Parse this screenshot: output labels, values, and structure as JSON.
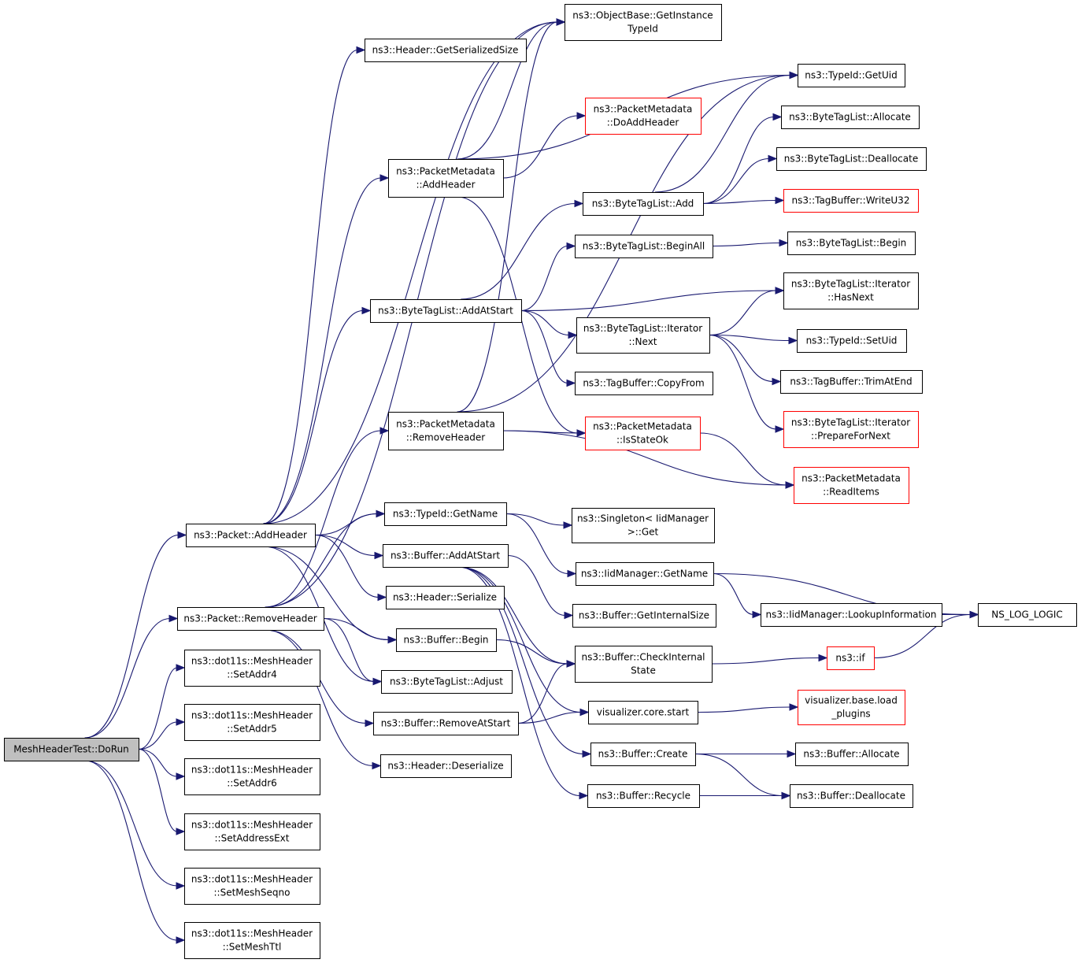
{
  "nodes": [
    {
      "id": "root",
      "lines": [
        "MeshHeaderTest::DoRun"
      ],
      "style": "root"
    },
    {
      "id": "pkt_add",
      "lines": [
        "ns3::Packet::AddHeader"
      ],
      "style": "normal"
    },
    {
      "id": "pkt_rem",
      "lines": [
        "ns3::Packet::RemoveHeader"
      ],
      "style": "normal"
    },
    {
      "id": "set4",
      "lines": [
        "ns3::dot11s::MeshHeader",
        "::SetAddr4"
      ],
      "style": "normal"
    },
    {
      "id": "set5",
      "lines": [
        "ns3::dot11s::MeshHeader",
        "::SetAddr5"
      ],
      "style": "normal"
    },
    {
      "id": "set6",
      "lines": [
        "ns3::dot11s::MeshHeader",
        "::SetAddr6"
      ],
      "style": "normal"
    },
    {
      "id": "setext",
      "lines": [
        "ns3::dot11s::MeshHeader",
        "::SetAddressExt"
      ],
      "style": "normal"
    },
    {
      "id": "setseq",
      "lines": [
        "ns3::dot11s::MeshHeader",
        "::SetMeshSeqno"
      ],
      "style": "normal"
    },
    {
      "id": "setttl",
      "lines": [
        "ns3::dot11s::MeshHeader",
        "::SetMeshTtl"
      ],
      "style": "normal"
    },
    {
      "id": "gss",
      "lines": [
        "ns3::Header::GetSerializedSize"
      ],
      "style": "normal"
    },
    {
      "id": "pm_add",
      "lines": [
        "ns3::PacketMetadata",
        "::AddHeader"
      ],
      "style": "normal"
    },
    {
      "id": "btl_aas",
      "lines": [
        "ns3::ByteTagList::AddAtStart"
      ],
      "style": "normal"
    },
    {
      "id": "pm_rem",
      "lines": [
        "ns3::PacketMetadata",
        "::RemoveHeader"
      ],
      "style": "normal"
    },
    {
      "id": "tid_gn",
      "lines": [
        "ns3::TypeId::GetName"
      ],
      "style": "normal"
    },
    {
      "id": "buf_aas",
      "lines": [
        "ns3::Buffer::AddAtStart"
      ],
      "style": "normal"
    },
    {
      "id": "hdr_ser",
      "lines": [
        "ns3::Header::Serialize"
      ],
      "style": "normal"
    },
    {
      "id": "buf_begin",
      "lines": [
        "ns3::Buffer::Begin"
      ],
      "style": "normal"
    },
    {
      "id": "btl_adj",
      "lines": [
        "ns3::ByteTagList::Adjust"
      ],
      "style": "normal"
    },
    {
      "id": "buf_ras",
      "lines": [
        "ns3::Buffer::RemoveAtStart"
      ],
      "style": "normal"
    },
    {
      "id": "hdr_des",
      "lines": [
        "ns3::Header::Deserialize"
      ],
      "style": "normal"
    },
    {
      "id": "ob_git",
      "lines": [
        "ns3::ObjectBase::GetInstance",
        "TypeId"
      ],
      "style": "normal"
    },
    {
      "id": "pm_dah",
      "lines": [
        "ns3::PacketMetadata",
        "::DoAddHeader"
      ],
      "style": "red"
    },
    {
      "id": "btl_add",
      "lines": [
        "ns3::ByteTagList::Add"
      ],
      "style": "normal"
    },
    {
      "id": "btl_ba",
      "lines": [
        "ns3::ByteTagList::BeginAll"
      ],
      "style": "normal"
    },
    {
      "id": "btli_next",
      "lines": [
        "ns3::ByteTagList::Iterator",
        "::Next"
      ],
      "style": "normal"
    },
    {
      "id": "tb_cf",
      "lines": [
        "ns3::TagBuffer::CopyFrom"
      ],
      "style": "normal"
    },
    {
      "id": "pm_iso",
      "lines": [
        "ns3::PacketMetadata",
        "::IsStateOk"
      ],
      "style": "red"
    },
    {
      "id": "sing_get",
      "lines": [
        "ns3::Singleton< IidManager",
        ">::Get"
      ],
      "style": "normal"
    },
    {
      "id": "iid_gn",
      "lines": [
        "ns3::IidManager::GetName"
      ],
      "style": "normal"
    },
    {
      "id": "buf_gis",
      "lines": [
        "ns3::Buffer::GetInternalSize"
      ],
      "style": "normal"
    },
    {
      "id": "buf_cis",
      "lines": [
        "ns3::Buffer::CheckInternal",
        "State"
      ],
      "style": "normal"
    },
    {
      "id": "vis_start",
      "lines": [
        "visualizer.core.start"
      ],
      "style": "normal"
    },
    {
      "id": "buf_create",
      "lines": [
        "ns3::Buffer::Create"
      ],
      "style": "normal"
    },
    {
      "id": "buf_recycle",
      "lines": [
        "ns3::Buffer::Recycle"
      ],
      "style": "normal"
    },
    {
      "id": "tid_guid",
      "lines": [
        "ns3::TypeId::GetUid"
      ],
      "style": "normal"
    },
    {
      "id": "btl_alloc",
      "lines": [
        "ns3::ByteTagList::Allocate"
      ],
      "style": "normal"
    },
    {
      "id": "btl_dealloc",
      "lines": [
        "ns3::ByteTagList::Deallocate"
      ],
      "style": "normal"
    },
    {
      "id": "tb_w32",
      "lines": [
        "ns3::TagBuffer::WriteU32"
      ],
      "style": "red"
    },
    {
      "id": "btl_begin",
      "lines": [
        "ns3::ByteTagList::Begin"
      ],
      "style": "normal"
    },
    {
      "id": "btli_hn",
      "lines": [
        "ns3::ByteTagList::Iterator",
        "::HasNext"
      ],
      "style": "normal"
    },
    {
      "id": "tid_suid",
      "lines": [
        "ns3::TypeId::SetUid"
      ],
      "style": "normal"
    },
    {
      "id": "tb_tae",
      "lines": [
        "ns3::TagBuffer::TrimAtEnd"
      ],
      "style": "normal"
    },
    {
      "id": "btli_pfn",
      "lines": [
        "ns3::ByteTagList::Iterator",
        "::PrepareForNext"
      ],
      "style": "red"
    },
    {
      "id": "pm_ri",
      "lines": [
        "ns3::PacketMetadata",
        "::ReadItems"
      ],
      "style": "red"
    },
    {
      "id": "iid_li",
      "lines": [
        "ns3::IidManager::LookupInformation"
      ],
      "style": "normal"
    },
    {
      "id": "ns_if",
      "lines": [
        "ns3::if"
      ],
      "style": "red"
    },
    {
      "id": "vis_load",
      "lines": [
        "visualizer.base.load",
        "_plugins"
      ],
      "style": "red"
    },
    {
      "id": "buf_alloc",
      "lines": [
        "ns3::Buffer::Allocate"
      ],
      "style": "normal"
    },
    {
      "id": "buf_dealloc",
      "lines": [
        "ns3::Buffer::Deallocate"
      ],
      "style": "normal"
    },
    {
      "id": "nslog",
      "lines": [
        "NS_LOG_LOGIC"
      ],
      "style": "normal"
    }
  ],
  "edges": [
    [
      "root",
      "pkt_add"
    ],
    [
      "root",
      "pkt_rem"
    ],
    [
      "root",
      "set4"
    ],
    [
      "root",
      "set5"
    ],
    [
      "root",
      "set6"
    ],
    [
      "root",
      "setext"
    ],
    [
      "root",
      "setseq"
    ],
    [
      "root",
      "setttl"
    ],
    [
      "pkt_add",
      "gss"
    ],
    [
      "pkt_add",
      "ob_git"
    ],
    [
      "pkt_add",
      "pm_add"
    ],
    [
      "pkt_add",
      "btl_aas"
    ],
    [
      "pkt_add",
      "tid_gn"
    ],
    [
      "pkt_add",
      "buf_aas"
    ],
    [
      "pkt_add",
      "hdr_ser"
    ],
    [
      "pkt_add",
      "buf_begin"
    ],
    [
      "pkt_add",
      "btl_adj"
    ],
    [
      "pkt_rem",
      "ob_git"
    ],
    [
      "pkt_rem",
      "pm_rem"
    ],
    [
      "pkt_rem",
      "tid_gn"
    ],
    [
      "pkt_rem",
      "buf_begin"
    ],
    [
      "pkt_rem",
      "btl_adj"
    ],
    [
      "pkt_rem",
      "buf_ras"
    ],
    [
      "pkt_rem",
      "hdr_des"
    ],
    [
      "pm_add",
      "ob_git"
    ],
    [
      "pm_add",
      "tid_guid"
    ],
    [
      "pm_add",
      "pm_dah"
    ],
    [
      "pm_add",
      "pm_iso"
    ],
    [
      "btl_aas",
      "btl_add"
    ],
    [
      "btl_aas",
      "btl_ba"
    ],
    [
      "btl_aas",
      "btli_hn"
    ],
    [
      "btl_aas",
      "btli_next"
    ],
    [
      "btl_aas",
      "tb_cf"
    ],
    [
      "pm_rem",
      "ob_git"
    ],
    [
      "pm_rem",
      "tid_guid"
    ],
    [
      "pm_rem",
      "pm_iso"
    ],
    [
      "pm_rem",
      "pm_ri"
    ],
    [
      "tid_gn",
      "sing_get"
    ],
    [
      "tid_gn",
      "iid_gn"
    ],
    [
      "buf_aas",
      "buf_gis"
    ],
    [
      "buf_aas",
      "buf_cis"
    ],
    [
      "buf_aas",
      "vis_start"
    ],
    [
      "buf_aas",
      "buf_create"
    ],
    [
      "buf_aas",
      "buf_recycle"
    ],
    [
      "buf_begin",
      "buf_cis"
    ],
    [
      "buf_ras",
      "buf_cis"
    ],
    [
      "buf_ras",
      "vis_start"
    ],
    [
      "btl_add",
      "tid_guid"
    ],
    [
      "btl_add",
      "btl_alloc"
    ],
    [
      "btl_add",
      "btl_dealloc"
    ],
    [
      "btl_add",
      "tb_w32"
    ],
    [
      "btl_ba",
      "btl_begin"
    ],
    [
      "btli_next",
      "btli_hn"
    ],
    [
      "btli_next",
      "tid_suid"
    ],
    [
      "btli_next",
      "tb_tae"
    ],
    [
      "btli_next",
      "btli_pfn"
    ],
    [
      "pm_iso",
      "pm_ri"
    ],
    [
      "iid_gn",
      "iid_li"
    ],
    [
      "iid_gn",
      "nslog"
    ],
    [
      "iid_li",
      "nslog"
    ],
    [
      "buf_cis",
      "ns_if"
    ],
    [
      "ns_if",
      "nslog"
    ],
    [
      "vis_start",
      "vis_load"
    ],
    [
      "buf_create",
      "buf_alloc"
    ],
    [
      "buf_create",
      "buf_dealloc"
    ],
    [
      "buf_recycle",
      "buf_dealloc"
    ]
  ]
}
